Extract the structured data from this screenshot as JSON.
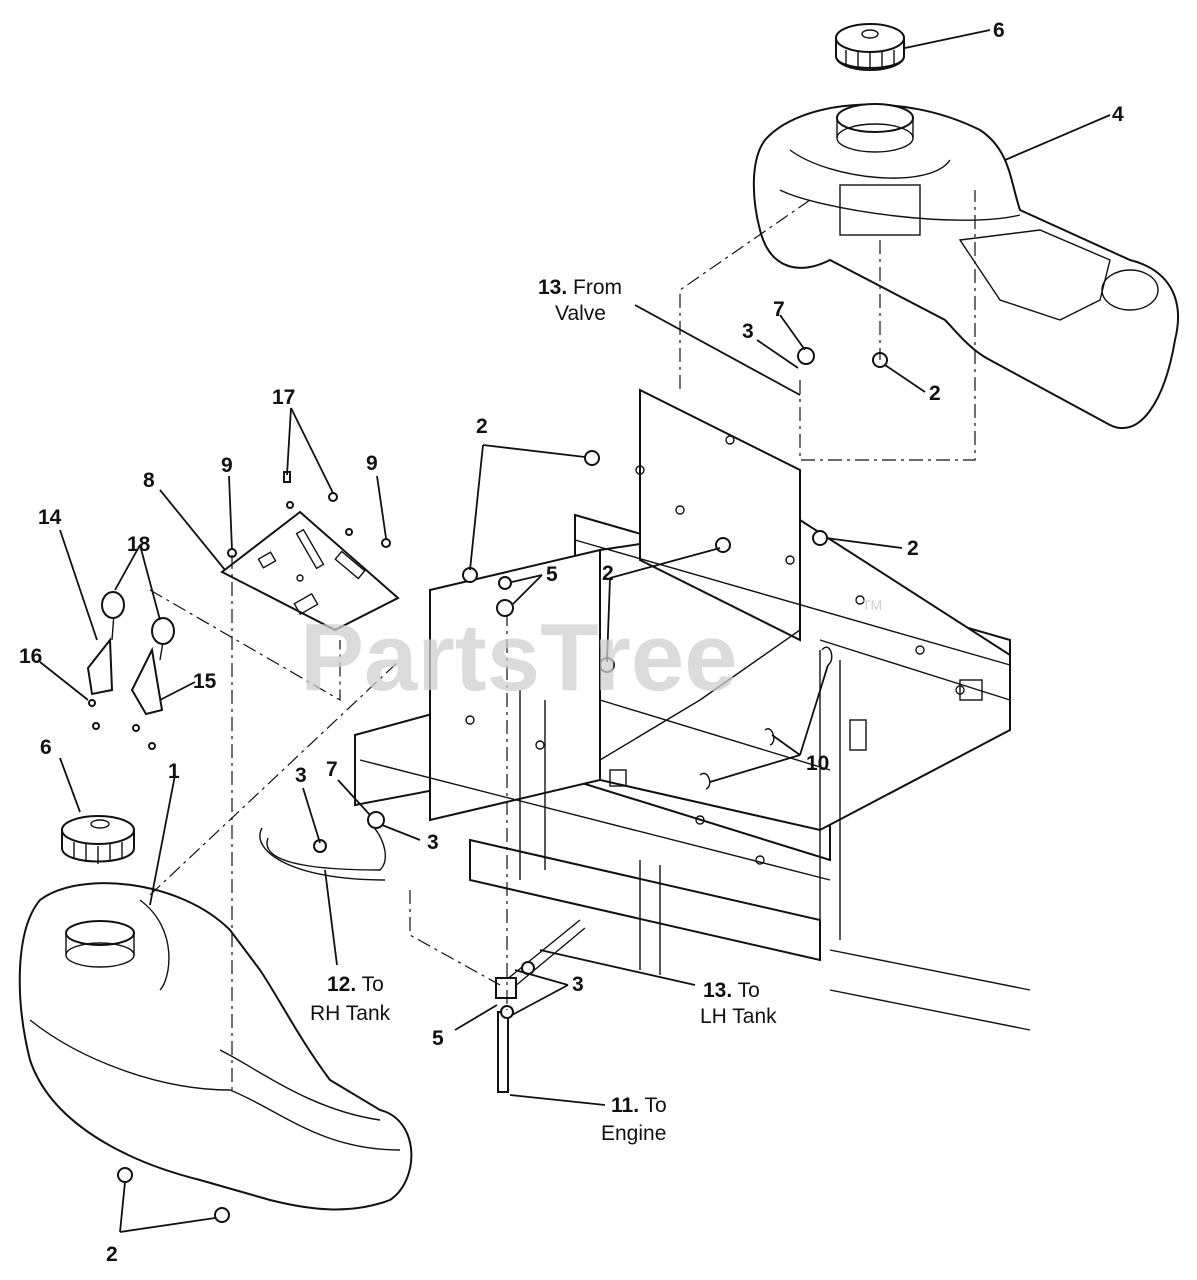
{
  "watermark": {
    "text": "PartsTree",
    "tm": "TM"
  },
  "callouts": [
    {
      "id": "c6a",
      "num": "6"
    },
    {
      "id": "c4",
      "num": "4"
    },
    {
      "id": "c13a",
      "num": "13.",
      "text1": "From",
      "text2": "Valve"
    },
    {
      "id": "c7a",
      "num": "7"
    },
    {
      "id": "c3a",
      "num": "3"
    },
    {
      "id": "c2a",
      "num": "2"
    },
    {
      "id": "c17",
      "num": "17"
    },
    {
      "id": "c9a",
      "num": "9"
    },
    {
      "id": "c9b",
      "num": "9"
    },
    {
      "id": "c8",
      "num": "8"
    },
    {
      "id": "c2b",
      "num": "2"
    },
    {
      "id": "c14",
      "num": "14"
    },
    {
      "id": "c18",
      "num": "18"
    },
    {
      "id": "c5a",
      "num": "5"
    },
    {
      "id": "c2c",
      "num": "2"
    },
    {
      "id": "c2d",
      "num": "2"
    },
    {
      "id": "c16",
      "num": "16"
    },
    {
      "id": "c15",
      "num": "15"
    },
    {
      "id": "c10",
      "num": "10"
    },
    {
      "id": "c6b",
      "num": "6"
    },
    {
      "id": "c1",
      "num": "1"
    },
    {
      "id": "c3b",
      "num": "3"
    },
    {
      "id": "c7b",
      "num": "7"
    },
    {
      "id": "c3c",
      "num": "3"
    },
    {
      "id": "c12",
      "num": "12.",
      "text1": "To",
      "text2": "RH Tank"
    },
    {
      "id": "c13b",
      "num": "13.",
      "text1": "To",
      "text2": "LH Tank"
    },
    {
      "id": "c3d",
      "num": "3"
    },
    {
      "id": "c5b",
      "num": "5"
    },
    {
      "id": "c11",
      "num": "11.",
      "text1": "To",
      "text2": "Engine"
    },
    {
      "id": "c2e",
      "num": "2"
    }
  ]
}
